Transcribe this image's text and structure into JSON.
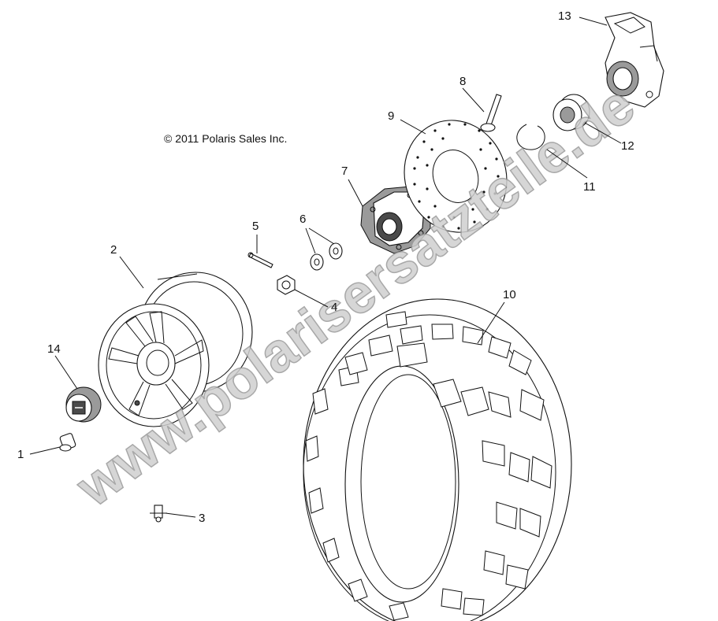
{
  "copyright": "© 2011 Polaris Sales Inc.",
  "watermark": "www.polarisersatzteile.de",
  "callouts": {
    "c1": "1",
    "c2": "2",
    "c3": "3",
    "c4": "4",
    "c5": "5",
    "c6": "6",
    "c7": "7",
    "c8": "8",
    "c9": "9",
    "c10": "10",
    "c11": "11",
    "c12": "12",
    "c13": "13",
    "c14": "14"
  }
}
